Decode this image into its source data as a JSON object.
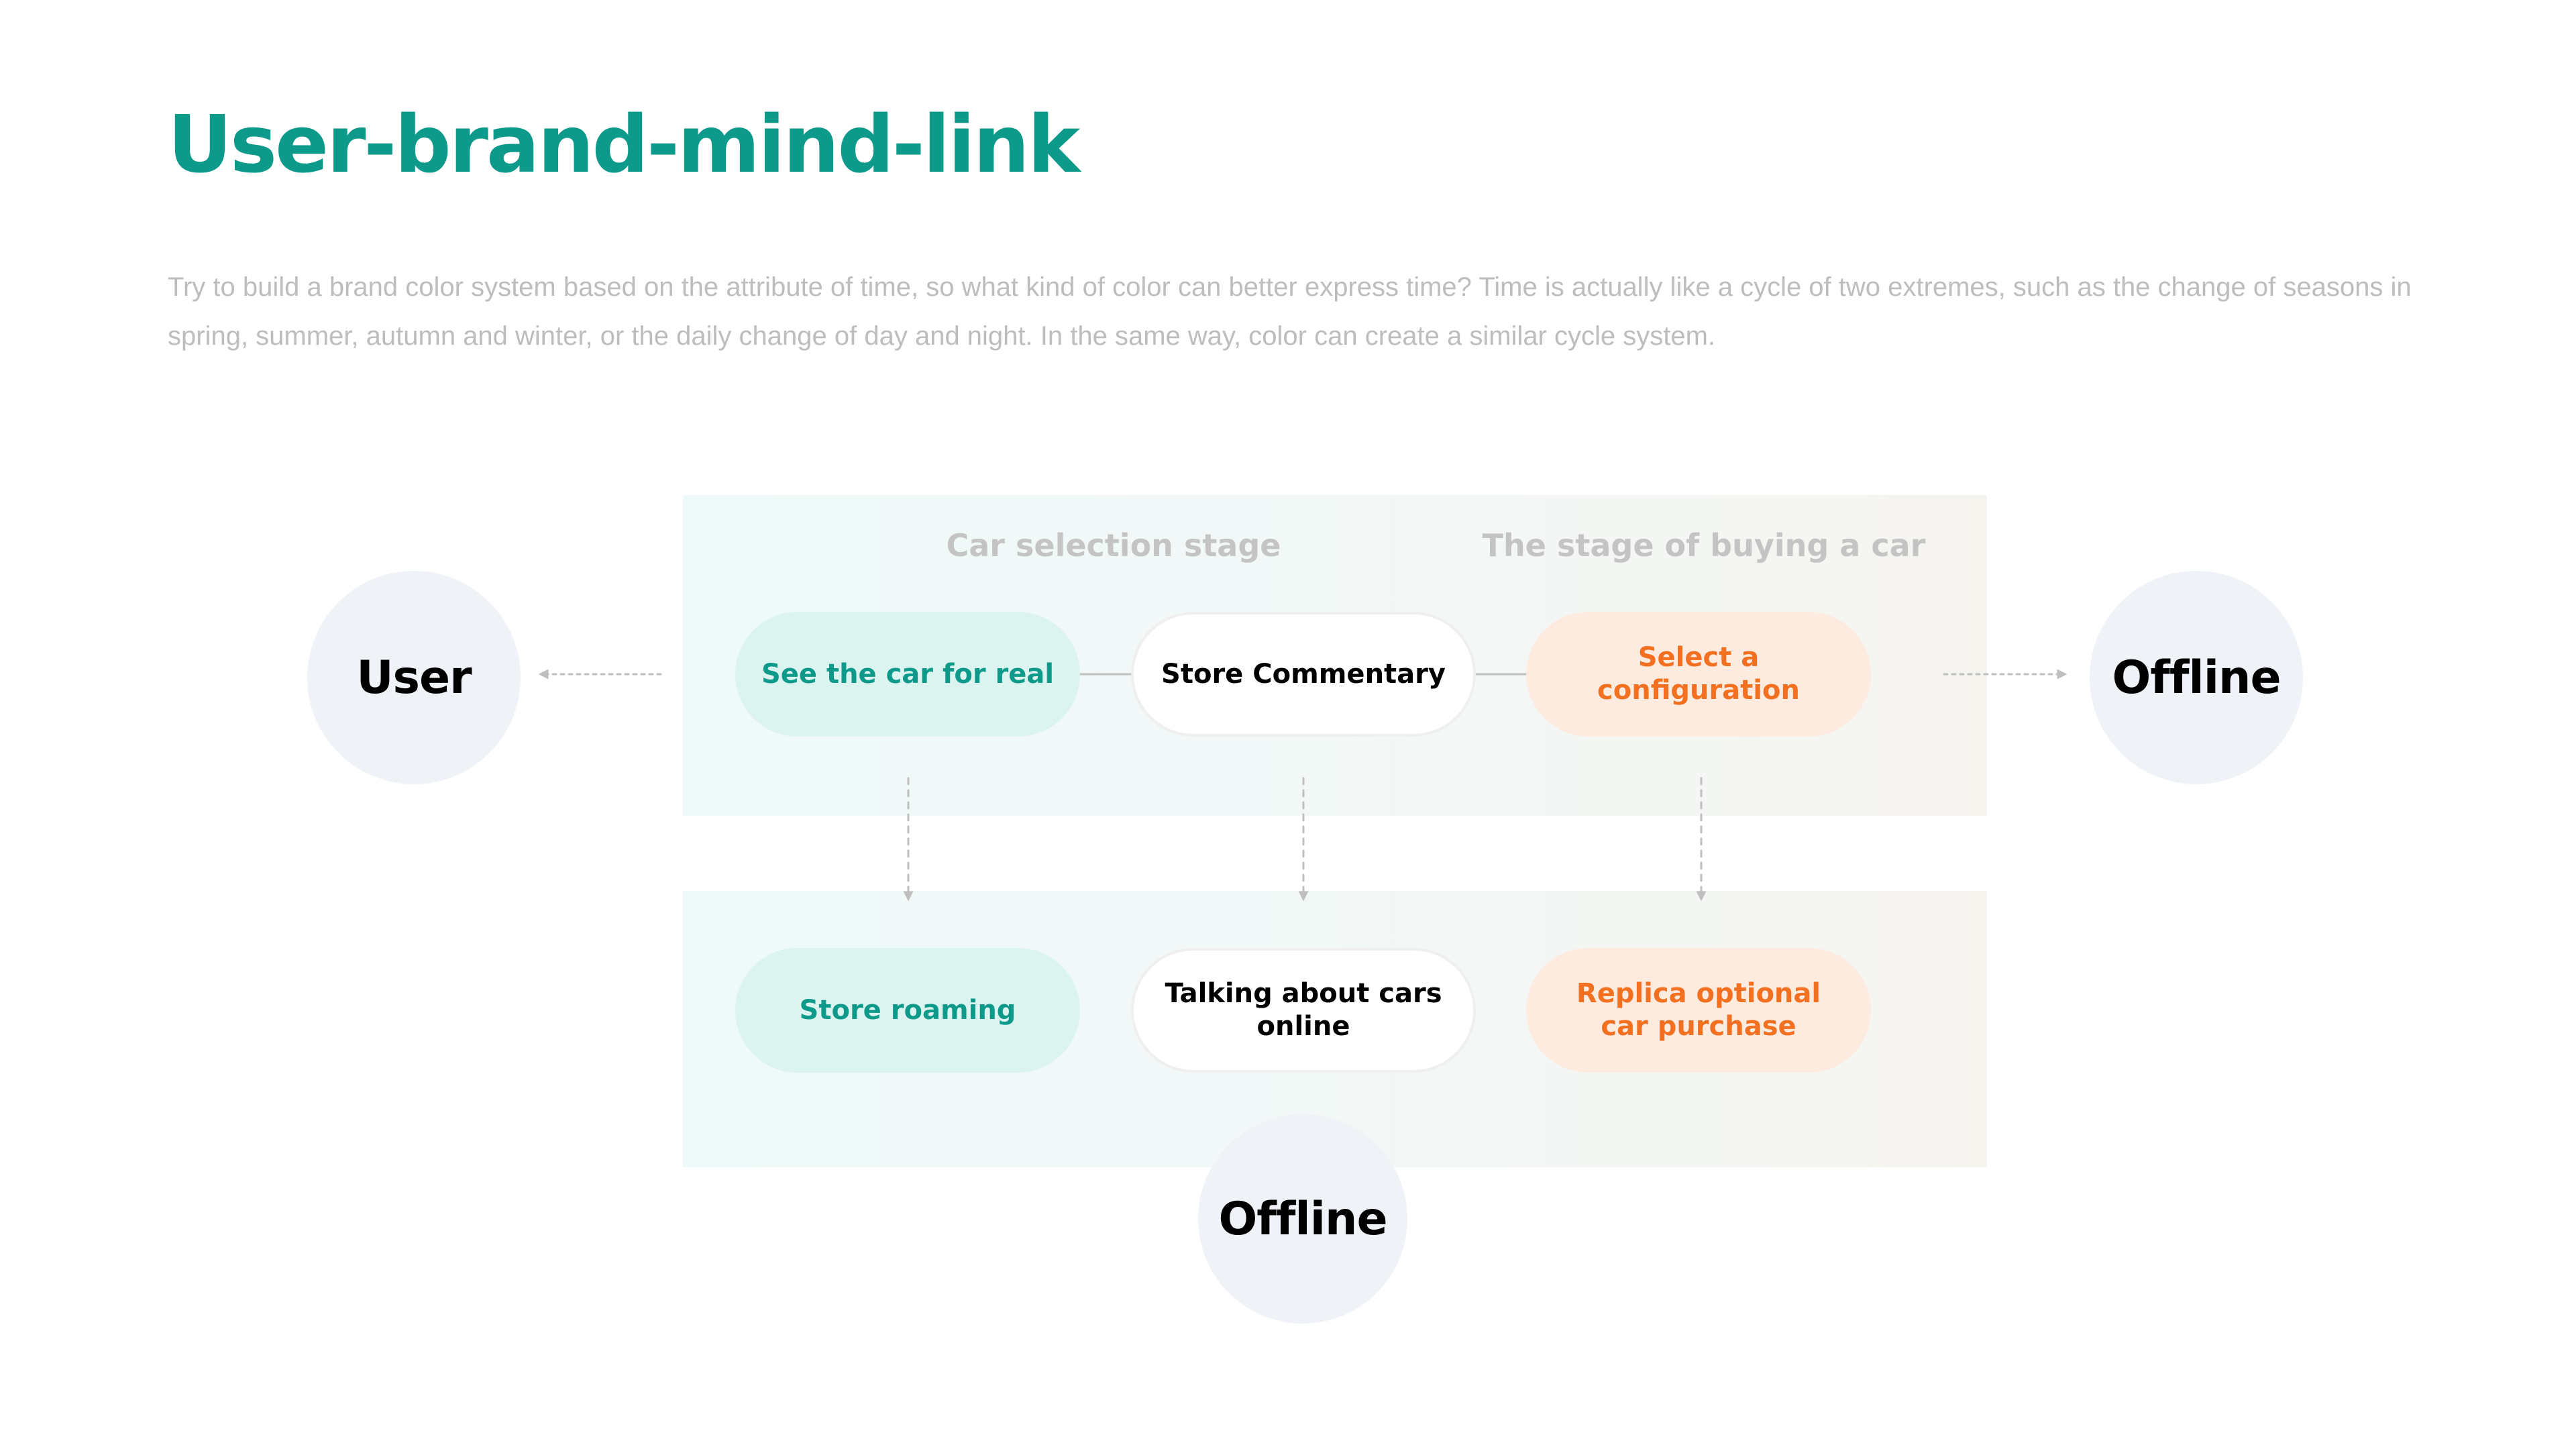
{
  "page": {
    "title": "User-brand-mind-link",
    "intro": "Try to build a brand color system based on the attribute of time, so what kind of color can better express time? Time is actually like a cycle of two extremes, such as the change of seasons in spring, summer, autumn and winter, or the daily change of day and night. In the same way, color can create a similar cycle system."
  },
  "diagram": {
    "stages": [
      {
        "label": "Car selection stage"
      },
      {
        "label": "The stage of buying a car"
      }
    ],
    "nodes": {
      "user": {
        "label": "User"
      },
      "offline_right": {
        "label": "Offline"
      },
      "offline_bottom": {
        "label": "Offline"
      },
      "see_car": {
        "label": "See the car for real"
      },
      "store_commentary": {
        "label": "Store Commentary"
      },
      "select_config": {
        "label": "Select a configuration"
      },
      "store_roaming": {
        "label": "Store roaming"
      },
      "talking_cars": {
        "label": "Talking about cars online"
      },
      "replica_purchase": {
        "label": "Replica optional car purchase"
      }
    },
    "edges": [
      {
        "from": "see_car",
        "to": "user",
        "style": "dotted-arrow"
      },
      {
        "from": "select_config",
        "to": "offline_right",
        "style": "dotted-arrow"
      },
      {
        "from": "see_car",
        "to": "store_commentary",
        "style": "line"
      },
      {
        "from": "store_commentary",
        "to": "select_config",
        "style": "line"
      },
      {
        "from": "see_car",
        "to": "store_roaming",
        "style": "dashed-arrow"
      },
      {
        "from": "store_commentary",
        "to": "talking_cars",
        "style": "dashed-arrow"
      },
      {
        "from": "select_config",
        "to": "replica_purchase",
        "style": "dashed-arrow"
      }
    ]
  },
  "colors": {
    "brand_teal": "#0e9a8b",
    "accent_orange": "#f37021",
    "muted_text": "#bdbdbd",
    "stage_label": "#c4c4c4",
    "pill_teal_bg": "#dbf4ef",
    "pill_orange_bg": "#fdebe0",
    "circle_bg": "#eff2f6",
    "connector": "#bfbfbf",
    "panel_gradient_start": "#eefaf9",
    "panel_gradient_mid": "#f3f7f6",
    "panel_gradient_end": "#f6f4ef"
  }
}
